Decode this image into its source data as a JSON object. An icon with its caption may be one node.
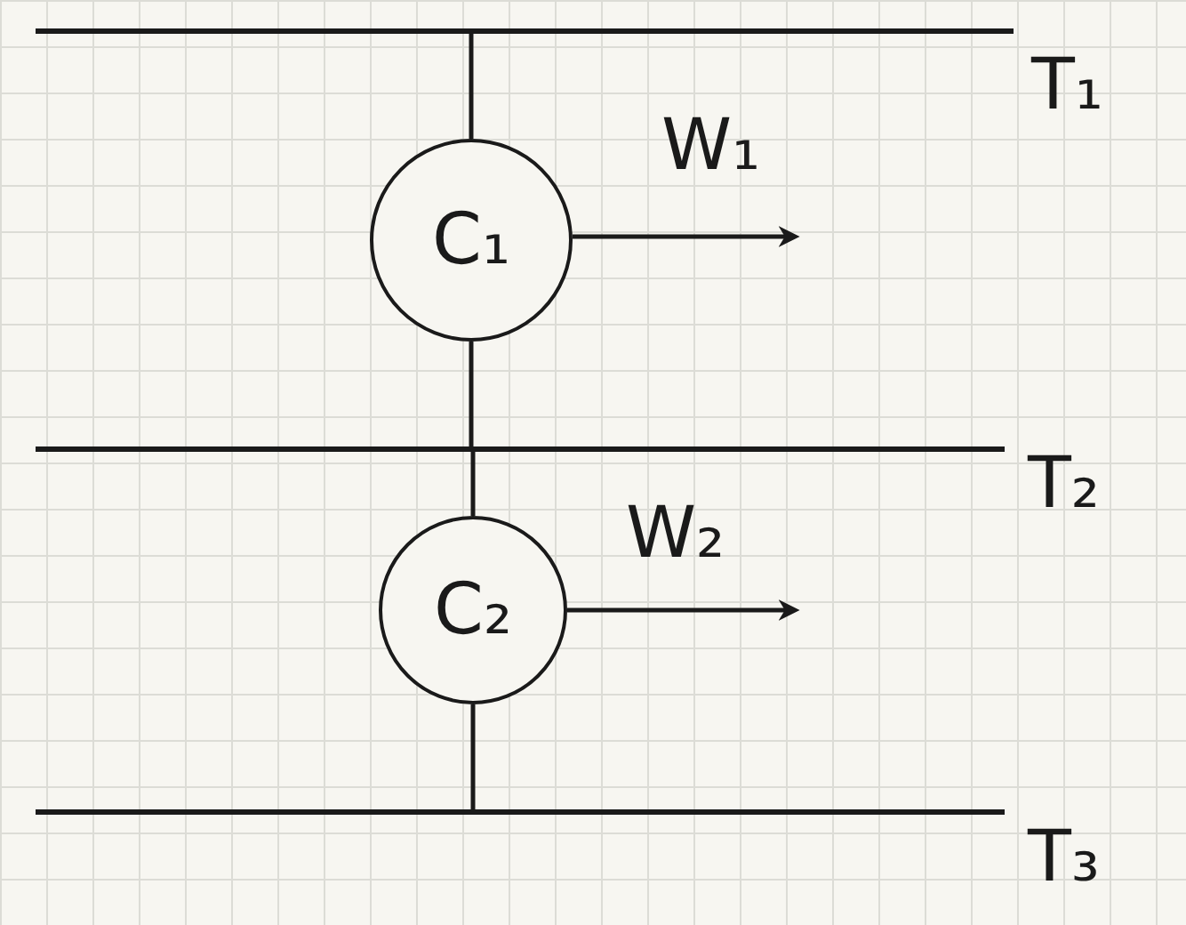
{
  "diagram": {
    "nodes": [
      {
        "text": [],
        "shape": "bar",
        "beside": [
          "T₁"
        ]
      },
      {
        "text": [
          "C₁"
        ]
      },
      {
        "text": [],
        "shape": "bar",
        "beside": [
          "T₂"
        ]
      },
      {
        "text": [
          "C₂"
        ]
      },
      {
        "text": [],
        "shape": "bar",
        "beside": [
          "T₃"
        ]
      }
    ],
    "edges": [
      {
        "from": 0,
        "to": 1,
        "arrow": "none"
      },
      {
        "from": 1,
        "to": 2,
        "arrow": "none"
      },
      {
        "from": 2,
        "to": 3,
        "arrow": "none"
      },
      {
        "from": 3,
        "to": 4,
        "arrow": "none"
      },
      {
        "from": 1,
        "to": null,
        "arrow": "to",
        "label": "W₁"
      },
      {
        "from": 3,
        "to": null,
        "arrow": "to",
        "label": "W₂"
      }
    ]
  }
}
